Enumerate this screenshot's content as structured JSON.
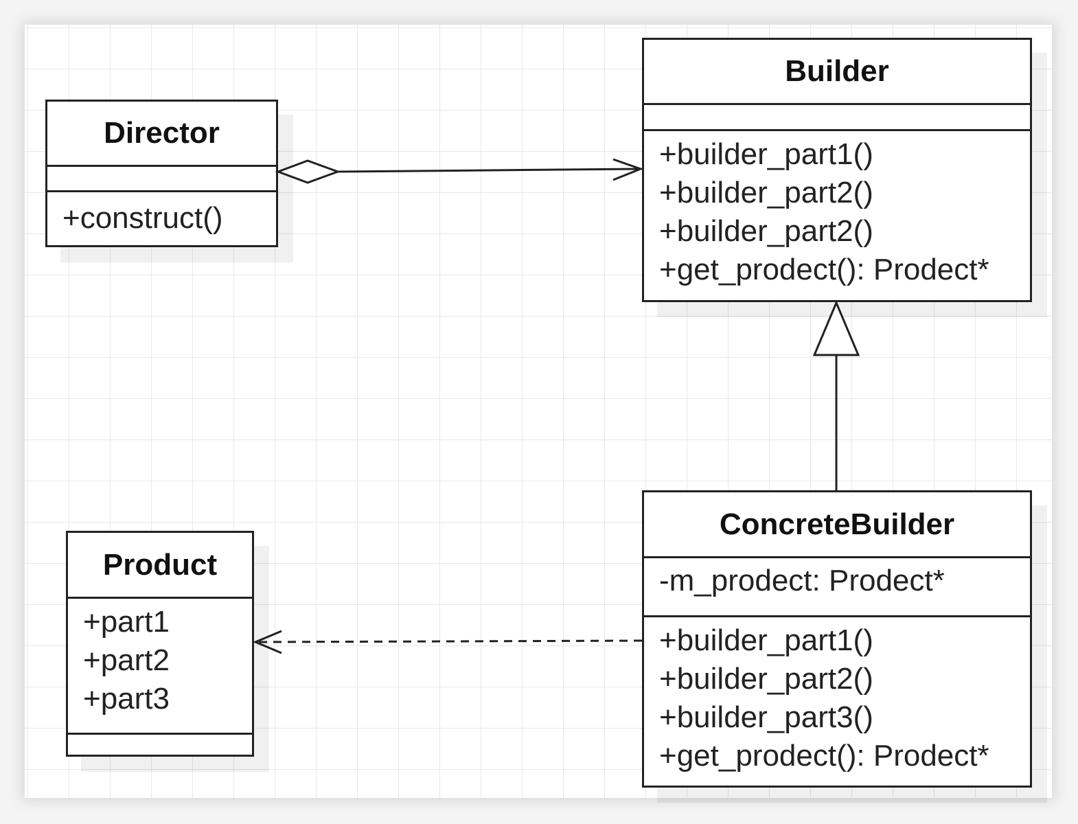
{
  "classes": {
    "director": {
      "name": "Director",
      "attributes": [],
      "methods": [
        "+construct()"
      ]
    },
    "builder": {
      "name": "Builder",
      "attributes": [],
      "methods": [
        "+builder_part1()",
        "+builder_part2()",
        "+builder_part2()",
        "+get_prodect(): Prodect*"
      ]
    },
    "product": {
      "name": "Product",
      "attributes": [
        "+part1",
        "+part2",
        "+part3"
      ],
      "methods": []
    },
    "concrete_builder": {
      "name": "ConcreteBuilder",
      "attributes": [
        "-m_prodect: Prodect*"
      ],
      "methods": [
        "+builder_part1()",
        "+builder_part2()",
        "+builder_part3()",
        "+get_prodect(): Prodect*"
      ]
    }
  },
  "relations": [
    {
      "type": "aggregation",
      "from": "Director",
      "to": "Builder"
    },
    {
      "type": "inheritance",
      "from": "ConcreteBuilder",
      "to": "Builder"
    },
    {
      "type": "dependency",
      "from": "ConcreteBuilder",
      "to": "Product"
    }
  ],
  "colors": {
    "line": "#222222",
    "grid": "#e8e8e8",
    "background": "#ffffff"
  }
}
